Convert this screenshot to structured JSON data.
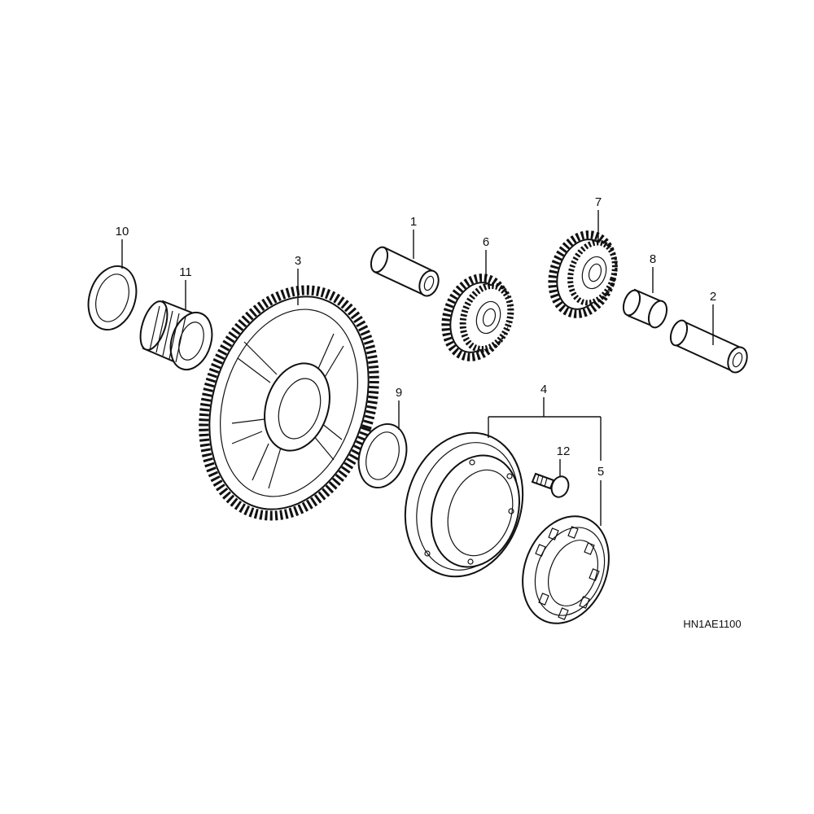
{
  "diagram": {
    "diagram_code": "HN1AE1100",
    "callouts": [
      "1",
      "2",
      "3",
      "4",
      "5",
      "6",
      "7",
      "8",
      "9",
      "10",
      "11",
      "12"
    ]
  },
  "colors": {
    "ink": "#111111",
    "background": "#ffffff"
  }
}
